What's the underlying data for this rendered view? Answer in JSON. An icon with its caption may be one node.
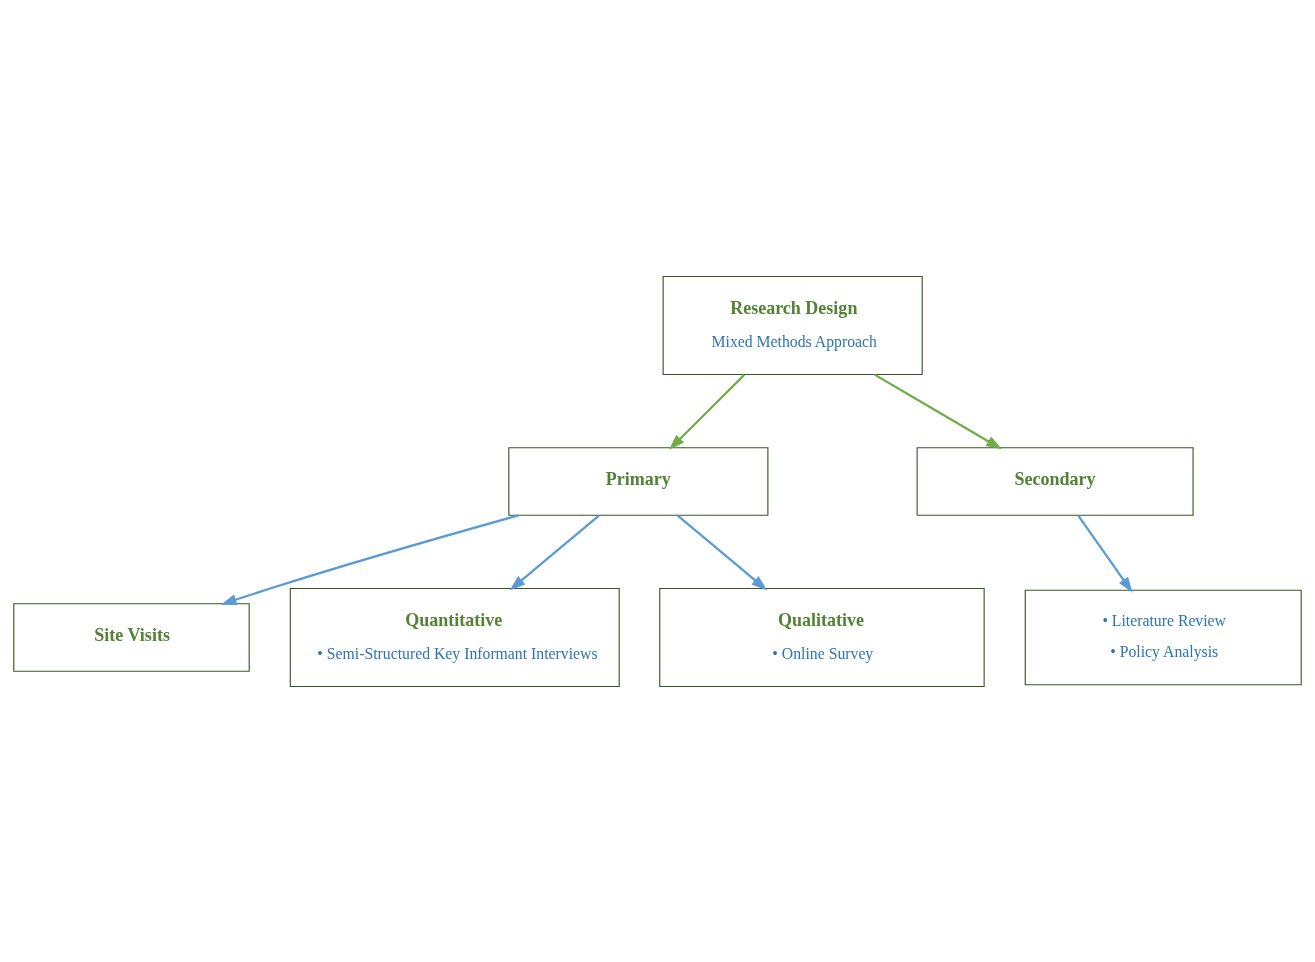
{
  "diagram": {
    "nodes": [
      {
        "text": [
          "Research Design",
          "Mixed Methods Approach"
        ]
      },
      {
        "text": [
          "Primary"
        ]
      },
      {
        "text": [
          "Secondary"
        ]
      },
      {
        "text": [
          "Site Visits"
        ]
      },
      {
        "text": [
          "Quantitative",
          "• Semi-Structured Key Informant Interviews"
        ]
      },
      {
        "text": [
          "Qualitative",
          "• Online Survey"
        ]
      },
      {
        "text": [
          "• Literature Review",
          "• Policy Analysis"
        ]
      }
    ],
    "edges": [
      {
        "from": 0,
        "to": 1,
        "arrow": "to",
        "color": "#70ad47"
      },
      {
        "from": 0,
        "to": 2,
        "arrow": "to",
        "color": "#70ad47"
      },
      {
        "from": 1,
        "to": 3,
        "arrow": "to"
      },
      {
        "from": 1,
        "to": 4,
        "arrow": "to"
      },
      {
        "from": 1,
        "to": 5,
        "arrow": "to"
      },
      {
        "from": 2,
        "to": 6,
        "arrow": "to"
      }
    ]
  }
}
